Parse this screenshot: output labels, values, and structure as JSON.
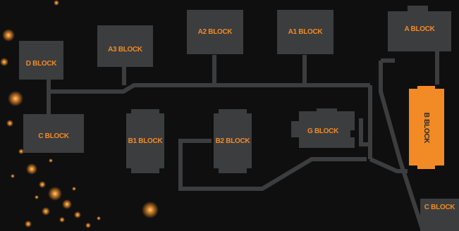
{
  "colors": {
    "background": "#0f0f0f",
    "block_fill": "#3c3d3f",
    "path_stroke": "#3c3d3f",
    "label": "#f28a26",
    "active_block": "#f28a26",
    "active_label": "#2a2a2a",
    "glow": "#f0902a"
  },
  "blocks": {
    "a_block": "A BLOCK",
    "a1_block": "A1 BLOCK",
    "a2_block": "A2 BLOCK",
    "a3_block": "A3 BLOCK",
    "d_block": "D BLOCK",
    "c_block_left": "C BLOCK",
    "b1_block": "B1 BLOCK",
    "b2_block": "B2 BLOCK",
    "g_block": "G BLOCK",
    "b_block": "B BLOCK",
    "c_block_right": "C BLOCK"
  },
  "selected_block": "b_block"
}
